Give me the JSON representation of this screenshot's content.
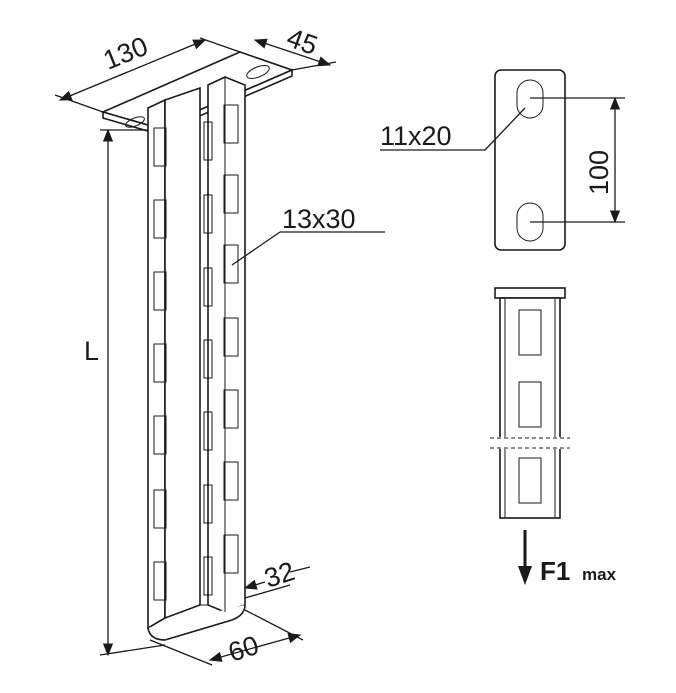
{
  "dimensions": {
    "top_plate_length": "130",
    "top_plate_width": "45",
    "hole_size": "11x20",
    "hole_spacing": "100",
    "slot_size": "13x30",
    "length": "L",
    "profile_depth": "32",
    "profile_width": "60"
  },
  "load": {
    "label": "F1",
    "subscript": "max"
  }
}
